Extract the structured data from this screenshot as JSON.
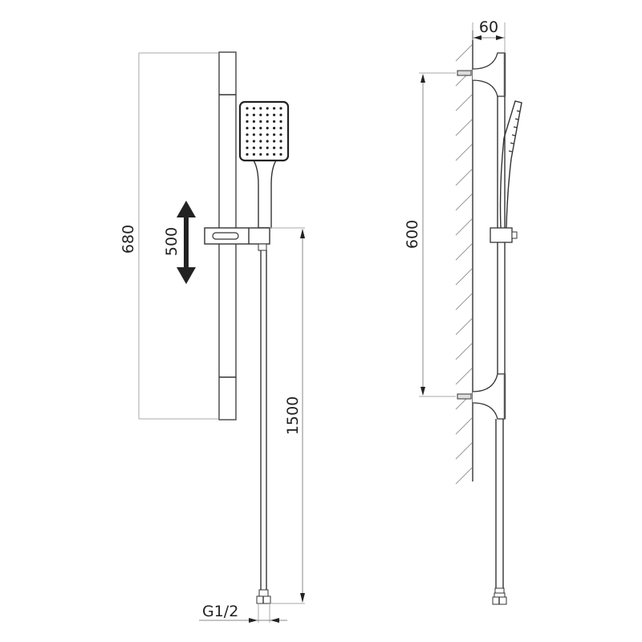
{
  "title": "Shower rail kit technical drawing",
  "front_view": {
    "dimensions": {
      "rail_height": "680",
      "slide_travel": "500",
      "hose_length": "1500",
      "connection_thread": "G1/2"
    },
    "components": {
      "rail": "slide-rail",
      "hand_shower": "square-hand-shower",
      "holder": "slider-holder",
      "hose": "flexible-hose",
      "nut": "hose-nut"
    },
    "nozzle_grid": {
      "rows": 8,
      "cols": 6
    }
  },
  "side_view": {
    "dimensions": {
      "bracket_spacing": "600",
      "wall_projection": "60"
    }
  },
  "colors": {
    "line": "#333333",
    "dimension": "#888888",
    "arrow": "#222222",
    "background": "#ffffff"
  }
}
